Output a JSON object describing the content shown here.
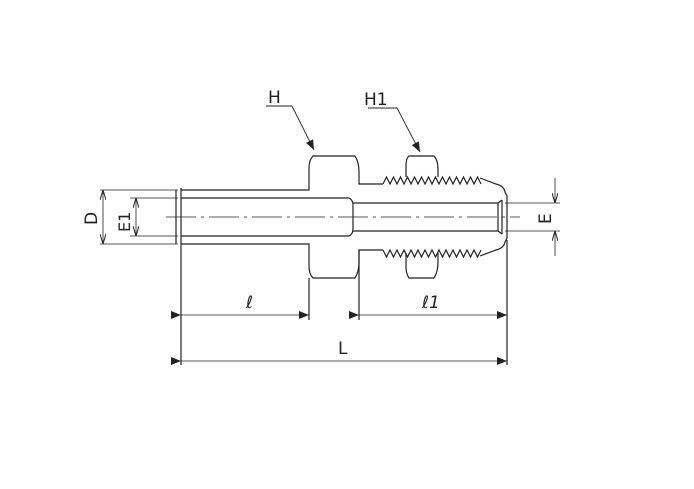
{
  "labels": {
    "H": "H",
    "H1": "H1",
    "D": "D",
    "E1": "E1",
    "E": "E",
    "l": "ℓ",
    "l1": "ℓ1",
    "L": "L"
  },
  "colors": {
    "line": "#222222"
  }
}
